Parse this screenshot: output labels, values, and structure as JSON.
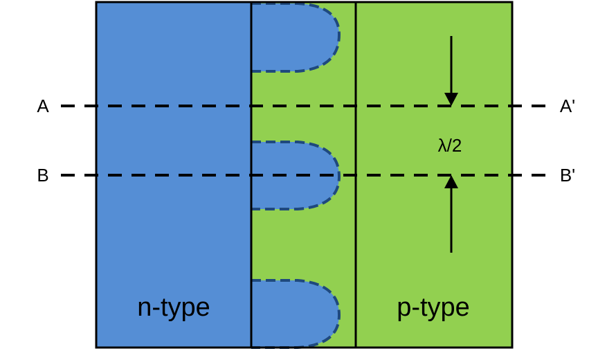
{
  "labels": {
    "a": "A",
    "a_prime": "A'",
    "b": "B",
    "b_prime": "B'",
    "spacing": "λ/2",
    "n_region": "n-type",
    "p_region": "p-type"
  },
  "colors": {
    "n_type": "#558ED5",
    "p_type": "#92D050",
    "lobe_outline": "#1F497D",
    "line": "#000000"
  }
}
